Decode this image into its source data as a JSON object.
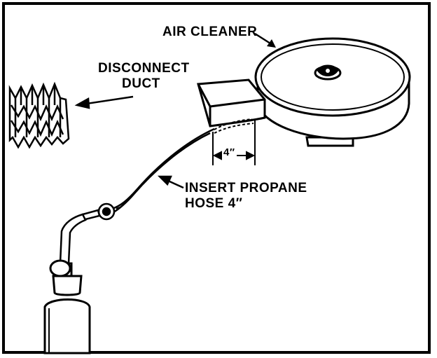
{
  "labels": {
    "air_cleaner": "AIR CLEANER",
    "disconnect_line1": "DISCONNECT",
    "disconnect_line2": "DUCT",
    "insert_line1": "INSERT PROPANE",
    "insert_line2": "HOSE 4″",
    "dimension": "4″"
  },
  "colors": {
    "ink": "#000000",
    "paper": "#ffffff"
  }
}
